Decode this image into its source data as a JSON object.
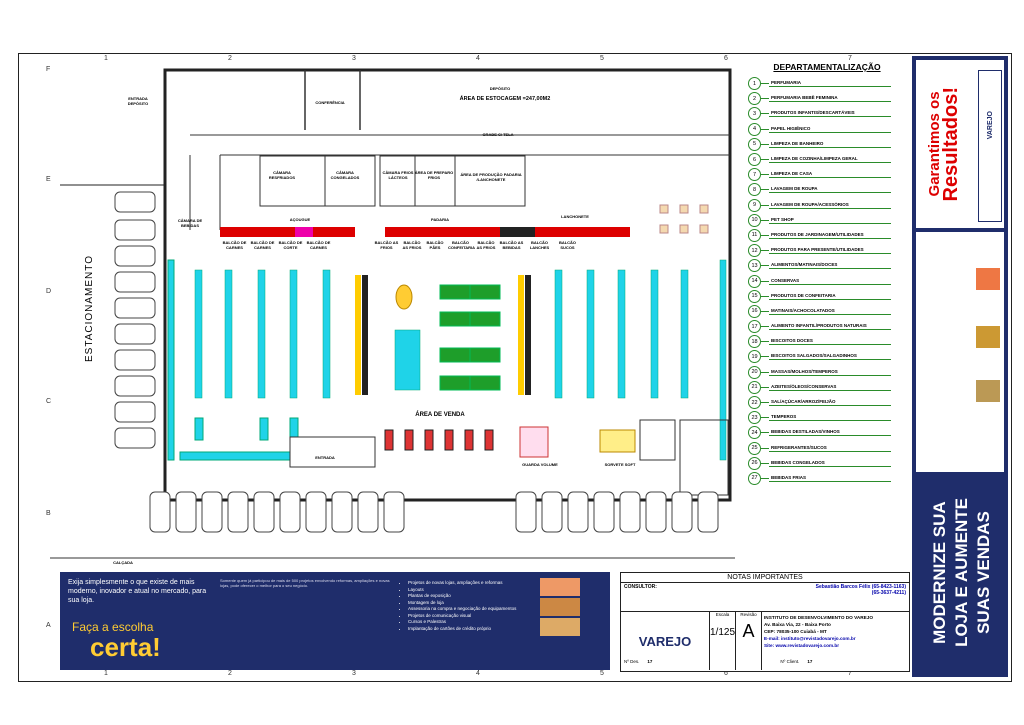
{
  "grid": {
    "cols": [
      "1",
      "2",
      "3",
      "4",
      "5",
      "6",
      "7"
    ],
    "rows": [
      "F",
      "E",
      "D",
      "C",
      "B",
      "A"
    ]
  },
  "plan": {
    "labels": {
      "entrada_deposito": "ENTRADA DEPÓSITO",
      "conferencia": "CONFERÊNCIA",
      "deposito": "DEPÓSITO",
      "area_estocagem": "ÁREA DE ESTOCAGEM =247,00M2",
      "grade_tela": "GRADE C/ TELA",
      "camara_resfriados": "CÂMARA RESFRIADOS",
      "camara_congelados": "CÂMARA CONGELADOS",
      "camara_frios": "CÂMARA FRIOS LÁCTEOS",
      "area_preparo_frios": "ÁREA DE PREPARO FRIOS",
      "area_producao": "ÁREA DE PRODUÇÃO PADARIA /LANCHONETE",
      "acougue": "AÇOUGUE",
      "padaria": "PADARIA",
      "lanchonete": "LANCHONETE",
      "camara_bebidas": "CÂMARA DE BEBIDAS",
      "estacionamento": "ESTACIONAMENTO",
      "area_venda": "ÁREA DE VENDA",
      "entrada": "ENTRADA",
      "calcada": "CALÇADA",
      "guarda_volume": "GUARDA VOLUME",
      "sorvete": "SORVETE SOFT",
      "balcoes": [
        "BALCÃO DE CARNES",
        "BALCÃO DE CARNES",
        "BALCÃO DE CORTE",
        "BALCÃO DE CARNES",
        "BALCÃO AS FRIOS",
        "BALCÃO AS FRIOS",
        "BALCÃO PÃES",
        "BALCÃO CONFEITARIA",
        "BALCÃO AS FRIOS",
        "BALCÃO AS BEBIDAS",
        "BALCÃO LANCHES",
        "BALCÃO SUCOS"
      ]
    }
  },
  "legend": {
    "title": "DEPARTAMENTALIZAÇÃO",
    "items": [
      {
        "n": "1",
        "label": "PERFUMARIA"
      },
      {
        "n": "2",
        "label": "PERFUMARIA BEBÊ FEMININA"
      },
      {
        "n": "3",
        "label": "PRODUTOS INFANTIS/DESCARTÁVEIS"
      },
      {
        "n": "4",
        "label": "PAPEL HIGIÊNICO"
      },
      {
        "n": "5",
        "label": "LIMPEZA DE BANHEIRO"
      },
      {
        "n": "6",
        "label": "LIMPEZA DE COZINHA/LIMPEZA GERAL"
      },
      {
        "n": "7",
        "label": "LIMPEZA DE CASA"
      },
      {
        "n": "8",
        "label": "LAVAGEM DE ROUPA"
      },
      {
        "n": "9",
        "label": "LAVAGEM DE ROUPA/ACESSÓRIOS"
      },
      {
        "n": "10",
        "label": "PET SHOP"
      },
      {
        "n": "11",
        "label": "PRODUTOS DE JARDINAGEM/UTILIDADES"
      },
      {
        "n": "12",
        "label": "PRODUTOS PARA PRESENTE/UTILIDADES"
      },
      {
        "n": "13",
        "label": "ALIMENTOS/MATINAIS/DOCES"
      },
      {
        "n": "14",
        "label": "CONSERVAS"
      },
      {
        "n": "15",
        "label": "PRODUTOS DE CONFEITARIA"
      },
      {
        "n": "16",
        "label": "MATINAIS/ACHOCOLATADOS"
      },
      {
        "n": "17",
        "label": "ALIMENTO INFANTIL/PRODUTOS NATURAIS"
      },
      {
        "n": "18",
        "label": "BISCOITOS DOCES"
      },
      {
        "n": "19",
        "label": "BISCOITOS SALGADOS/SALGADINHOS"
      },
      {
        "n": "20",
        "label": "MASSAS/MOLHOS/TEMPEROS"
      },
      {
        "n": "21",
        "label": "AZEITES/ÓLEOS/CONSERVAS"
      },
      {
        "n": "22",
        "label": "SAL/AÇÚCAR/ARROZ/FEIJÃO"
      },
      {
        "n": "23",
        "label": "TEMPEROS"
      },
      {
        "n": "24",
        "label": "BEBIDAS DESTILADAS/VINHOS"
      },
      {
        "n": "25",
        "label": "REFRIGERANTES/SUCOS"
      },
      {
        "n": "26",
        "label": "BEBIDAS CONGELADOS"
      },
      {
        "n": "27",
        "label": "BEBIDAS FRIAS"
      }
    ]
  },
  "side": {
    "headline_1": "Garantimos os",
    "headline_2": "Resultados!",
    "bottom_1": "MODERNIZE SUA",
    "bottom_2": "LOJA E AUMENTE",
    "bottom_3": "SUAS VENDAS",
    "brand": "VAREJO"
  },
  "promo": {
    "line1": "Exija simplesmente o que existe de mais moderno, inovador e atual no mercado, para sua loja.",
    "faca": "Faça a escolha",
    "certa": "certa!",
    "body": "Somente quem já participou de mais de 500 projetos envolvendo reformas, ampliações e novas lojas, pode oferecer o melhor para o seu negócio.",
    "services": [
      "Projetos de novas lojas, ampliações e reformas",
      "Layouts",
      "Plantas de exposição",
      "Montagem de loja",
      "Assessoria na compra e negociação de equipamentos",
      "Projetos de comunicação visual",
      "Cursos e Palestras",
      "Implantação de cartões de crédito próprio"
    ]
  },
  "notes": {
    "title": "NOTAS IMPORTANTES",
    "consultor_label": "CONSULTOR:",
    "consultor": "Sebastião Barcos Félix (65-8423-1163)",
    "consultor2": "(65-3637-4211)",
    "inst": "INSTITUTO DE DESENVOLVIMENTO DO VAREJO",
    "addr": "Av. Baixa Via, 22 - Baixa Porto",
    "cep": "CEP: 78035-100   Cuiabá - MT",
    "email": "E-mail: instituto@revistadovarejo.com.br",
    "site": "Site: www.revistadovarejo.com.br",
    "escala_lbl": "Escala",
    "escala": "1/125",
    "revisao_lbl": "Revisão",
    "revisao": "A",
    "des_lbl": "Nº Des.",
    "des": "17",
    "client_lbl": "Nº Client.",
    "client": "17",
    "brand": "VAREJO"
  }
}
